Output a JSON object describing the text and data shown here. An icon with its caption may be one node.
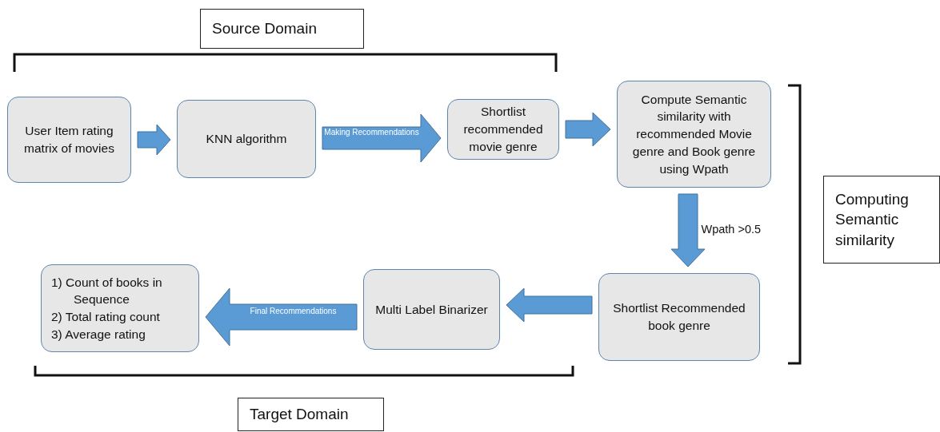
{
  "diagram": {
    "nodes": [
      {
        "text": [
          "Source Domain"
        ]
      },
      {
        "text": [
          "User Item rating matrix of movies"
        ]
      },
      {
        "text": [
          "KNN algorithm"
        ]
      },
      {
        "text": [
          "Shortlist recommended movie genre"
        ]
      },
      {
        "text": [
          "Compute Semantic similarity with recommended Movie genre and Book genre using Wpath"
        ]
      },
      {
        "text": [
          "Computing Semantic similarity"
        ]
      },
      {
        "text": [
          "Shortlist Recommended book genre"
        ]
      },
      {
        "text": [
          "Multi Label Binarizer"
        ]
      },
      {
        "text": [
          "1) Count of books in Sequence",
          "2) Total rating count",
          "3) Average rating"
        ]
      },
      {
        "text": [
          "Target Domain"
        ]
      }
    ],
    "edges": [
      {
        "from": 1,
        "to": 2,
        "arrow": "to"
      },
      {
        "from": 2,
        "to": 3,
        "arrow": "to",
        "label": "Making Recommendations"
      },
      {
        "from": 3,
        "to": 4,
        "arrow": "to"
      },
      {
        "from": 4,
        "to": 6,
        "arrow": "to",
        "label": "Wpath >0.5"
      },
      {
        "from": 6,
        "to": 7,
        "arrow": "to"
      },
      {
        "from": 7,
        "to": 8,
        "arrow": "to",
        "label": "Final Recommendations"
      }
    ]
  }
}
